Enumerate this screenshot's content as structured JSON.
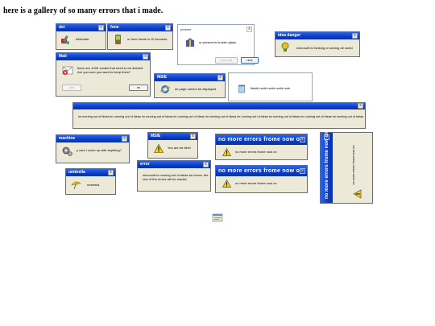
{
  "heading": "here is a gallery of so many errors that i made.",
  "windows": {
    "det": {
      "title": "det",
      "close": "x",
      "message": "deltenate"
    },
    "fone": {
      "title": "fone",
      "close": "x",
      "message": "ur fone break in 10 seconds"
    },
    "present": {
      "title": "present",
      "close": "x",
      "message": "ur present is broken glass.",
      "button_not_cool": "not cool",
      "button_nice": "nice"
    },
    "idea_danger": {
      "title": "idea danger",
      "close": "x",
      "message": "microsoft is thinking of owning de world"
    },
    "mail": {
      "title": "Mail",
      "close": "x",
      "message": "there are 100K emails that need to be deleted. Are you sure you want to keep them?",
      "button_yes": "yes",
      "button_no": "no"
    },
    "msie_top": {
      "title": "MSIE",
      "close": "x",
      "message": "de page cannot be displayed"
    },
    "kiosk": {
      "message": "fisisht resht resht resht resh"
    },
    "long": {
      "close": "x",
      "message": "im running out of ideas im running out of ideas im running out of ideas im running out of ideas im running out of ideas im running out of ideas im running out of ideas im running out of ideas im running out of ideas"
    },
    "machine": {
      "title": "machine",
      "close": "x",
      "message": "y cant i come up with anything?"
    },
    "umbrella": {
      "title": "umbrella",
      "close": "x",
      "message": "umbrella"
    },
    "msie_idiot": {
      "title": "MSIE",
      "close": "x",
      "message": "You are an idiot!"
    },
    "error": {
      "title": "error",
      "close": "x",
      "message": "microsoft is running out of ideas for errors. the rest of the errors will be results."
    },
    "no_more_1": {
      "title": "no more errors frome now on",
      "close": "x",
      "message": "no more errors frome now on"
    },
    "no_more_2": {
      "title": "no more errors frome now on",
      "close": "x",
      "message": "no more errors frome now on"
    },
    "vertical": {
      "title": "no more errors frome now on",
      "message": "no more errors frome now on"
    }
  },
  "bottom_icon": "window-icon",
  "colors": {
    "titlebar": "#0a3cc8",
    "window_bg": "#ece9d8",
    "warning": "#f3d21b"
  }
}
